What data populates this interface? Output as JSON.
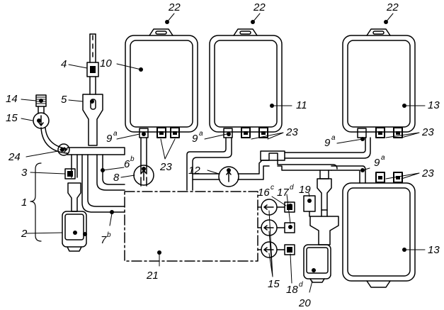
{
  "labels": {
    "l1": "1",
    "l2": "2",
    "l3": "3",
    "l4": "4",
    "l5": "5",
    "l6": "6",
    "l6s": "b",
    "l7": "7",
    "l7s": "b",
    "l8": "8",
    "l9a": "9",
    "l9as": "a",
    "l9b": "9",
    "l9bs": "a",
    "l9c": "9",
    "l9cs": "a",
    "l9d": "9",
    "l9ds": "a",
    "l10": "10",
    "l11": "11",
    "l12": "12",
    "l13a": "13",
    "l13b": "13",
    "l14": "14",
    "l15a": "15",
    "l15b": "15",
    "l16": "16",
    "l16s": "c",
    "l17": "17",
    "l17s": "d",
    "l18": "18",
    "l18s": "d",
    "l19": "19",
    "l20": "20",
    "l21": "21",
    "l22a": "22",
    "l22b": "22",
    "l22c": "22",
    "l23a": "23",
    "l23b": "23",
    "l23c": "23",
    "l23d": "23",
    "l24": "24"
  }
}
